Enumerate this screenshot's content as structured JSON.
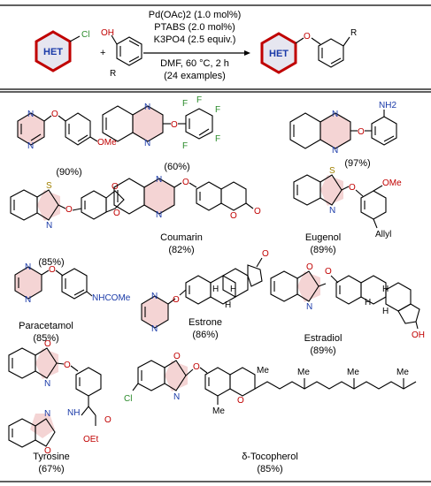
{
  "header": {
    "het_label": "HET",
    "cl_label": "Cl",
    "oh_label": "OH",
    "r_label": "R",
    "plus": "+",
    "conditions": [
      "Pd(OAc)2 (1.0 mol%)",
      "PTABS (2.0 mol%)",
      "K3PO4 (2.5 equiv.)",
      "DMF, 60 °C, 2 h",
      "(24 examples)"
    ],
    "product_het": "HET",
    "product_o": "O",
    "product_r": "R"
  },
  "examples": [
    {
      "name": "",
      "yield": "(90%)",
      "substituent": "OMe"
    },
    {
      "name": "",
      "yield": "(60%)",
      "substituent": "F"
    },
    {
      "name": "",
      "yield": "(97%)",
      "substituent": "NH2"
    },
    {
      "name": "",
      "yield": "(85%)",
      "substituent": ""
    },
    {
      "name": "Coumarin",
      "yield": "(82%)",
      "substituent": "O"
    },
    {
      "name": "Eugenol",
      "yield": "(89%)",
      "substituent": "OMe",
      "extra": "Allyl"
    },
    {
      "name": "Paracetamol",
      "yield": "(85%)",
      "substituent": "NHCOMe"
    },
    {
      "name": "Estrone",
      "yield": "(86%)",
      "substituent": "O"
    },
    {
      "name": "Estradiol",
      "yield": "(89%)",
      "substituent": "OH"
    },
    {
      "name": "Tyrosine",
      "yield": "(67%)",
      "substituent": "OEt",
      "extra": "NH"
    },
    {
      "name": "δ-Tocopherol",
      "yield": "(85%)",
      "substituent": "Me",
      "extra": "Cl"
    }
  ],
  "atoms": {
    "N": "N",
    "O": "O",
    "S": "S",
    "Cl": "Cl",
    "F": "F",
    "H": "H",
    "Me": "Me",
    "OH": "OH"
  }
}
